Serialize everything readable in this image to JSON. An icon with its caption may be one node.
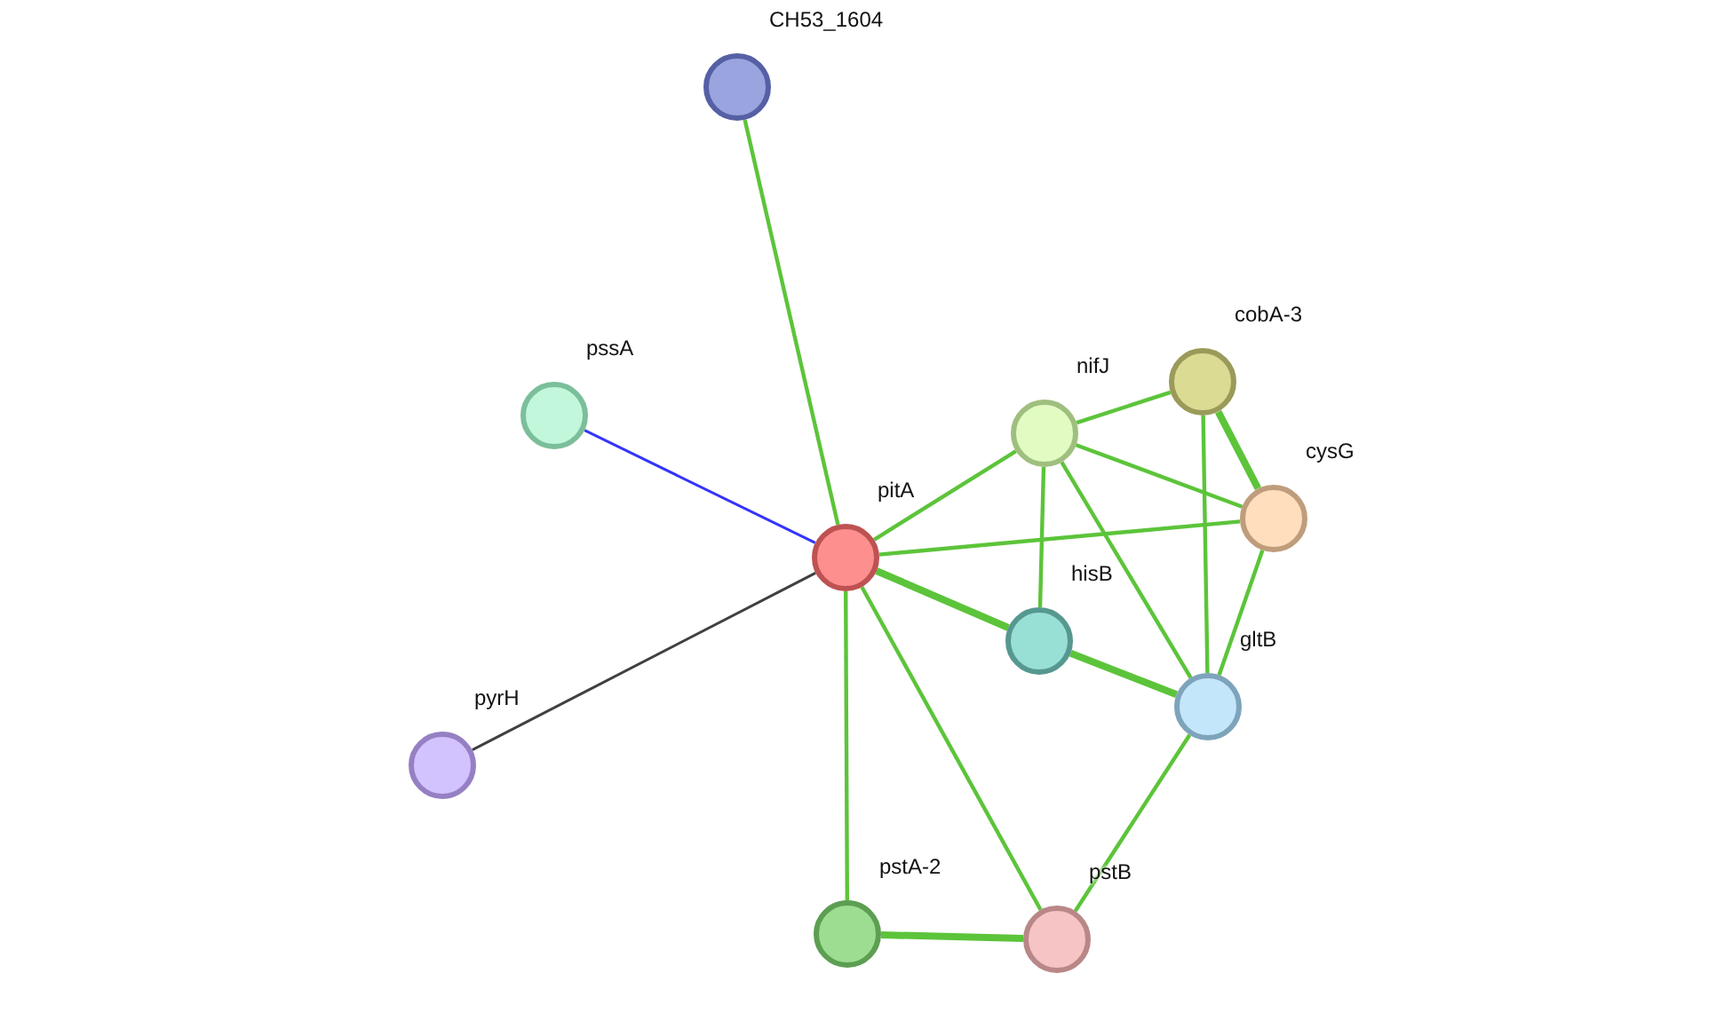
{
  "diagram": {
    "nodes": [
      {
        "text": [
          "CH53_1604"
        ]
      },
      {
        "text": [
          "cobA-3"
        ]
      },
      {
        "text": [
          "pssA"
        ]
      },
      {
        "text": [
          "nifJ"
        ]
      },
      {
        "text": [
          "cysG"
        ]
      },
      {
        "text": [
          "pitA"
        ]
      },
      {
        "text": [
          "hisB"
        ]
      },
      {
        "text": [
          "gltB"
        ]
      },
      {
        "text": [
          "pyrH"
        ]
      },
      {
        "text": [
          "pstA-2"
        ]
      },
      {
        "text": [
          "pstB"
        ]
      }
    ],
    "edges": [
      {
        "from": 0,
        "to": 5,
        "arrow": "none"
      },
      {
        "from": 2,
        "to": 5,
        "arrow": "none",
        "color": "#3333ff"
      },
      {
        "from": 8,
        "to": 5,
        "arrow": "none",
        "color": "#404040"
      },
      {
        "from": 5,
        "to": 3,
        "arrow": "none"
      },
      {
        "from": 5,
        "to": 4,
        "arrow": "none"
      },
      {
        "from": 5,
        "to": 6,
        "arrow": "none",
        "style": "thick"
      },
      {
        "from": 5,
        "to": 9,
        "arrow": "none"
      },
      {
        "from": 5,
        "to": 10,
        "arrow": "none"
      },
      {
        "from": 3,
        "to": 1,
        "arrow": "none"
      },
      {
        "from": 3,
        "to": 4,
        "arrow": "none"
      },
      {
        "from": 3,
        "to": 6,
        "arrow": "none"
      },
      {
        "from": 3,
        "to": 7,
        "arrow": "none"
      },
      {
        "from": 1,
        "to": 4,
        "arrow": "none",
        "style": "thick"
      },
      {
        "from": 1,
        "to": 7,
        "arrow": "none"
      },
      {
        "from": 4,
        "to": 7,
        "arrow": "none"
      },
      {
        "from": 6,
        "to": 7,
        "arrow": "none",
        "style": "thick"
      },
      {
        "from": 7,
        "to": 10,
        "arrow": "none"
      },
      {
        "from": 9,
        "to": 10,
        "arrow": "none",
        "style": "thick"
      }
    ]
  }
}
